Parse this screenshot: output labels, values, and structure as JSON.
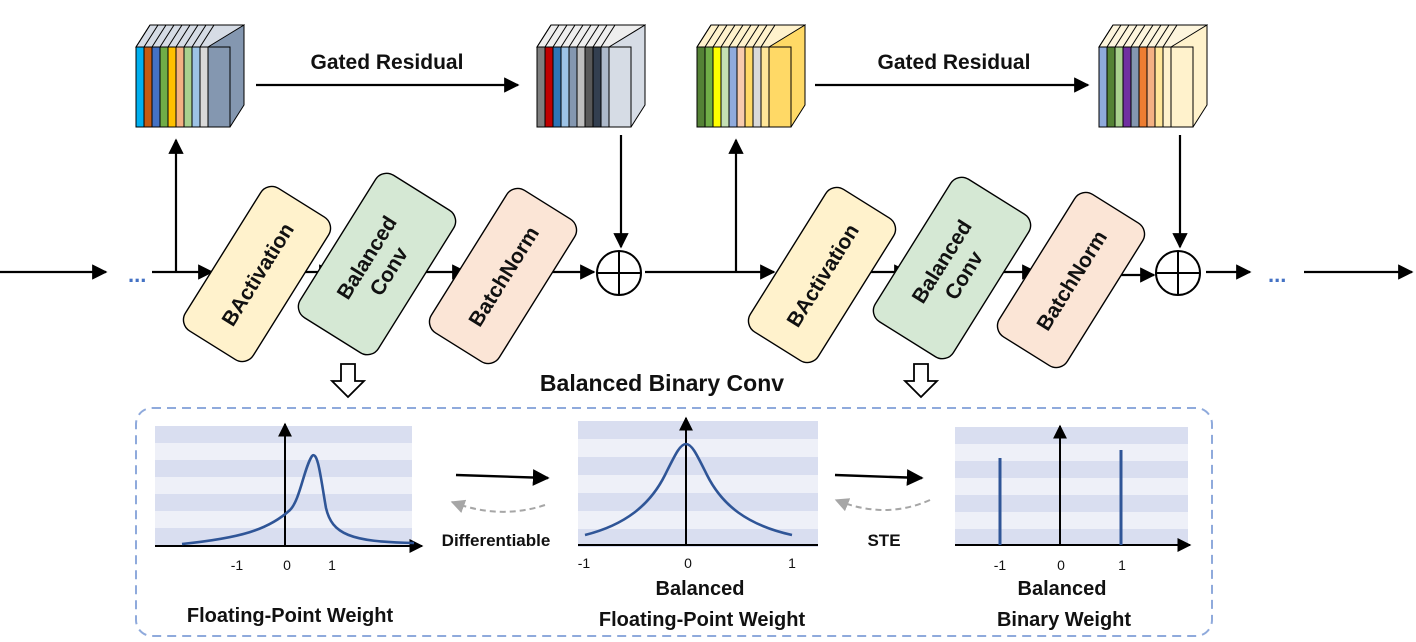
{
  "gated_residual_label": "Gated Residual",
  "blocks": {
    "bactivation": "BActivation",
    "balanced_conv_line1": "Balanced",
    "balanced_conv_line2": "Conv",
    "batchnorm": "BatchNorm"
  },
  "ellipsis": "...",
  "balanced_binary_conv_title": "Balanced Binary Conv",
  "differentiable_label": "Differentiable",
  "ste_label": "STE",
  "panels": {
    "floating_point": {
      "caption_line1": "Floating-Point Weight",
      "ticks": [
        "-1",
        "0",
        "1"
      ]
    },
    "balanced_fp": {
      "caption_line1": "Balanced",
      "caption_line2": "Floating-Point Weight",
      "ticks": [
        "-1",
        "0",
        "1"
      ]
    },
    "balanced_binary": {
      "caption_line1": "Balanced",
      "caption_line2": "Binary Weight",
      "ticks": [
        "-1",
        "0",
        "1"
      ]
    }
  },
  "colors": {
    "bactivation_fill": "#fff2cc",
    "conv_fill": "#d5e8d4",
    "batchnorm_fill": "#fbe5d6",
    "curve": "#2f5597",
    "panel_band": "#d9def0",
    "dashed_border": "#8faadc"
  },
  "cubes": [
    {
      "stripes": [
        "#00b0f0",
        "#c55a11",
        "#4472c4",
        "#70ad47",
        "#ffc000",
        "#f4b183",
        "#a9d18e",
        "#9dc3e6",
        "#d9d9d9"
      ],
      "side": "#8497b0",
      "top": "#d6dce5"
    },
    {
      "stripes": [
        "#7f7f7f",
        "#c00000",
        "#2e75b6",
        "#9dc3e6",
        "#8497b0",
        "#bfbfbf",
        "#595959",
        "#333f50",
        "#adb9ca"
      ],
      "side": "#d6dce5",
      "top": "#eeeeee"
    },
    {
      "stripes": [
        "#548235",
        "#70ad47",
        "#ffff00",
        "#c5e0b4",
        "#8faadc",
        "#f8cbad",
        "#ffd966",
        "#d9d9d9",
        "#ffe699"
      ],
      "side": "#ffd966",
      "top": "#fff2cc"
    },
    {
      "stripes": [
        "#8faadc",
        "#548235",
        "#a9d18e",
        "#7030a0",
        "#8497b0",
        "#ed7d31",
        "#f4b183",
        "#ffe699",
        "#fff2cc"
      ],
      "side": "#fff2cc",
      "top": "#fdf5dd"
    }
  ]
}
